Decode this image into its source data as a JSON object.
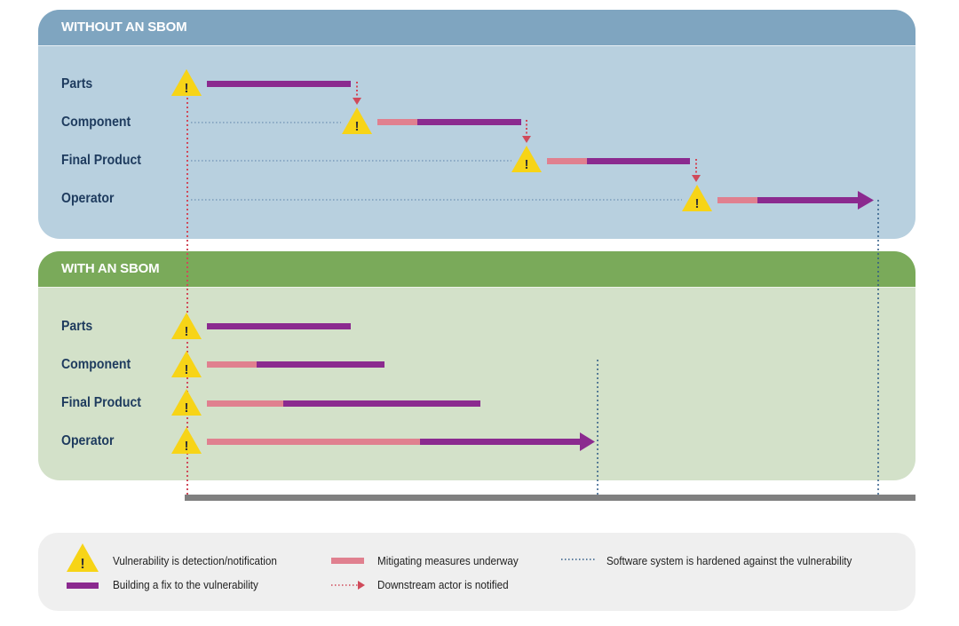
{
  "without": {
    "header": "WITHOUT AN SBOM",
    "rows": [
      "Parts",
      "Component",
      "Final Product",
      "Operator"
    ]
  },
  "with": {
    "header": "WITH AN SBOM",
    "rows": [
      "Parts",
      "Component",
      "Final Product",
      "Operator"
    ]
  },
  "legend": {
    "vulnerability": "Vulnerability is detection/notification",
    "fix": "Building a fix to the vulnerability",
    "mitigating": "Mitigating measures underway",
    "notified": "Downstream actor is notified",
    "hardened": "Software system is hardened against the vulnerability"
  },
  "colors": {
    "fix": "#8b2a8f",
    "mitigating": "#e0808f",
    "notify": "#d04a5a",
    "hardened": "#2e5a85",
    "warning": "#f7d417",
    "timeline": "#808080"
  }
}
